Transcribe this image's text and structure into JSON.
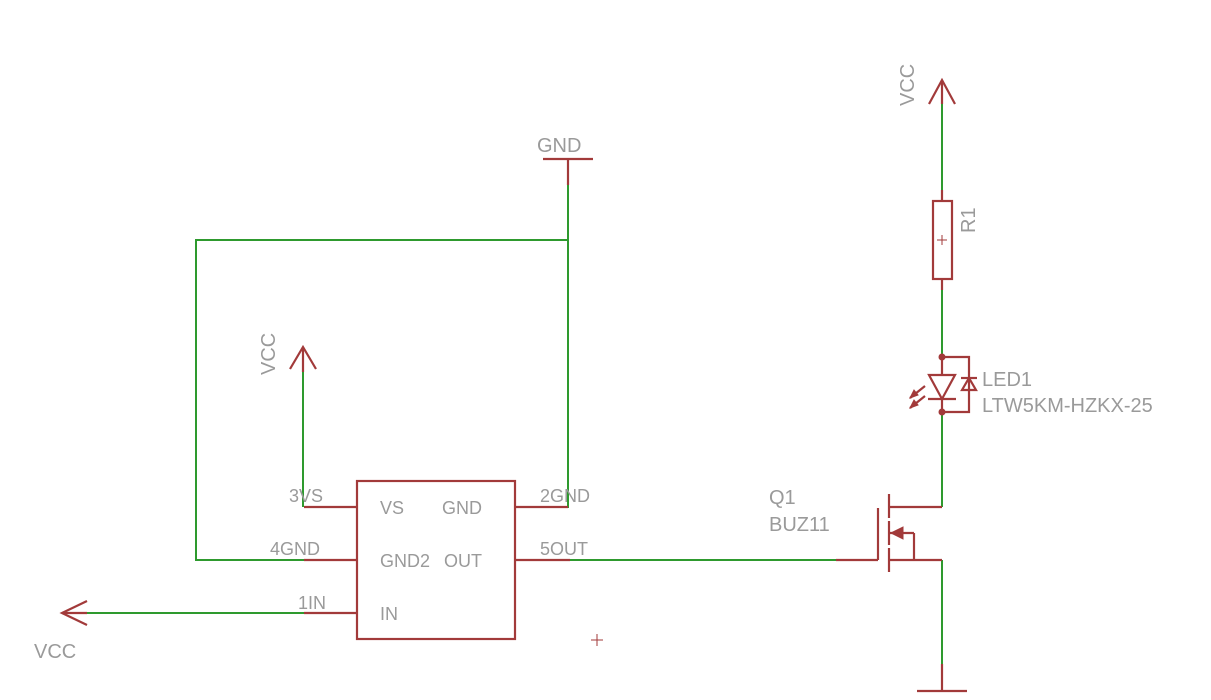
{
  "schematic": {
    "supply_labels": {
      "vcc_top_right": "VCC",
      "vcc_mid": "VCC",
      "vcc_bottom_left": "VCC",
      "gnd_top": "GND"
    },
    "ic": {
      "inner": {
        "vs": "VS",
        "gnd": "GND",
        "gnd2": "GND2",
        "out": "OUT",
        "in": "IN"
      },
      "pins": {
        "p3": "3VS",
        "p4": "4GND",
        "p1": "1IN",
        "p2": "2GND",
        "p5": "5OUT"
      }
    },
    "resistor": {
      "name": "R1"
    },
    "led": {
      "name": "LED1",
      "value": "LTW5KM-HZKX-25"
    },
    "mosfet": {
      "name": "Q1",
      "value": "BUZ11"
    }
  }
}
